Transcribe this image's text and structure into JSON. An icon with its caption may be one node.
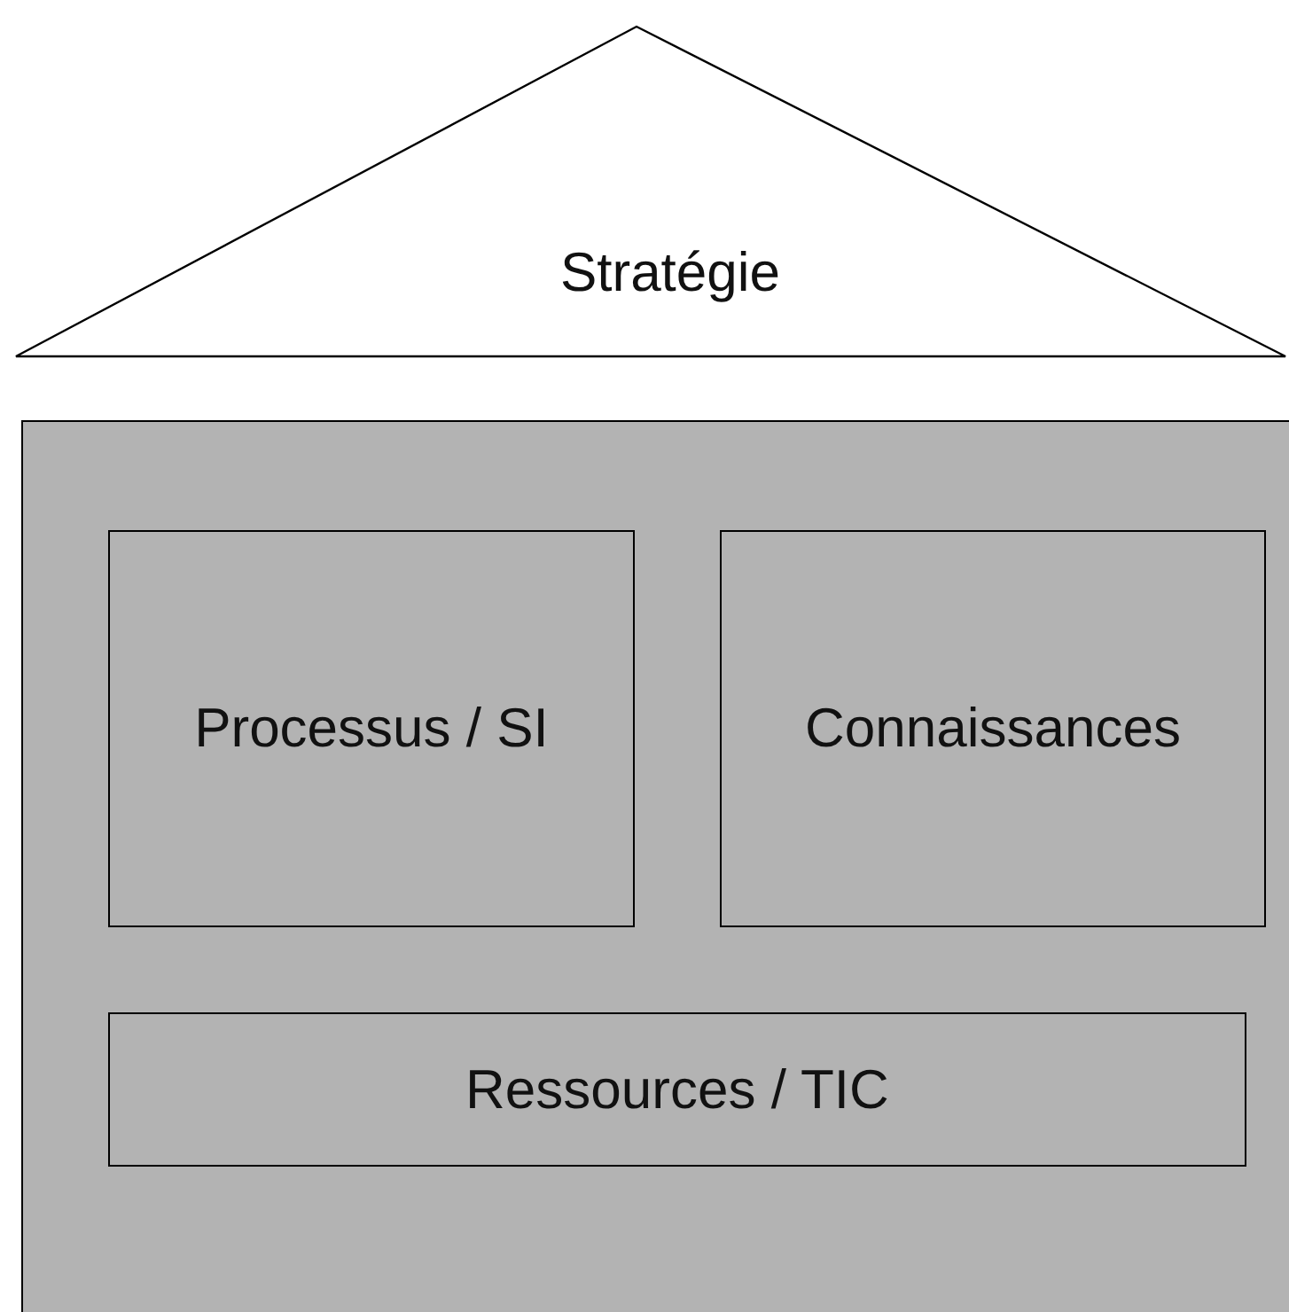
{
  "diagram": {
    "nodes": [
      {
        "text": [
          "Stratégie"
        ]
      },
      {
        "text": [],
        "shape": "box"
      },
      {
        "text": [
          "Processus / SI"
        ],
        "in": 1
      },
      {
        "text": [
          "Connaissances"
        ],
        "in": 1
      },
      {
        "text": [
          "Ressources / TIC"
        ],
        "in": 1
      }
    ]
  }
}
